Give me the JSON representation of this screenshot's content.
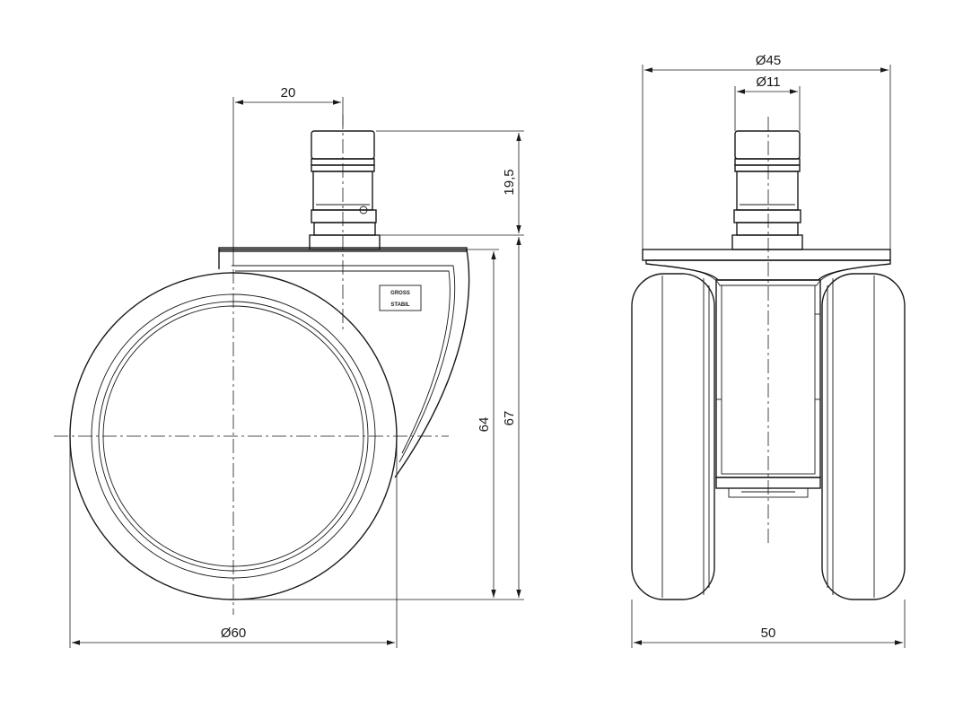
{
  "dimensions": {
    "side_width": "20",
    "stem_height": "19,5",
    "wheel_height": "64",
    "total_height": "67",
    "wheel_diameter": "Ø60",
    "plate_diameter": "Ø45",
    "stem_diameter": "Ø11",
    "total_width": "50"
  },
  "logo": {
    "line1": "GROSS",
    "line2": "STABIL"
  },
  "colors": {
    "line": "#1a1a1a",
    "background": "#ffffff"
  }
}
